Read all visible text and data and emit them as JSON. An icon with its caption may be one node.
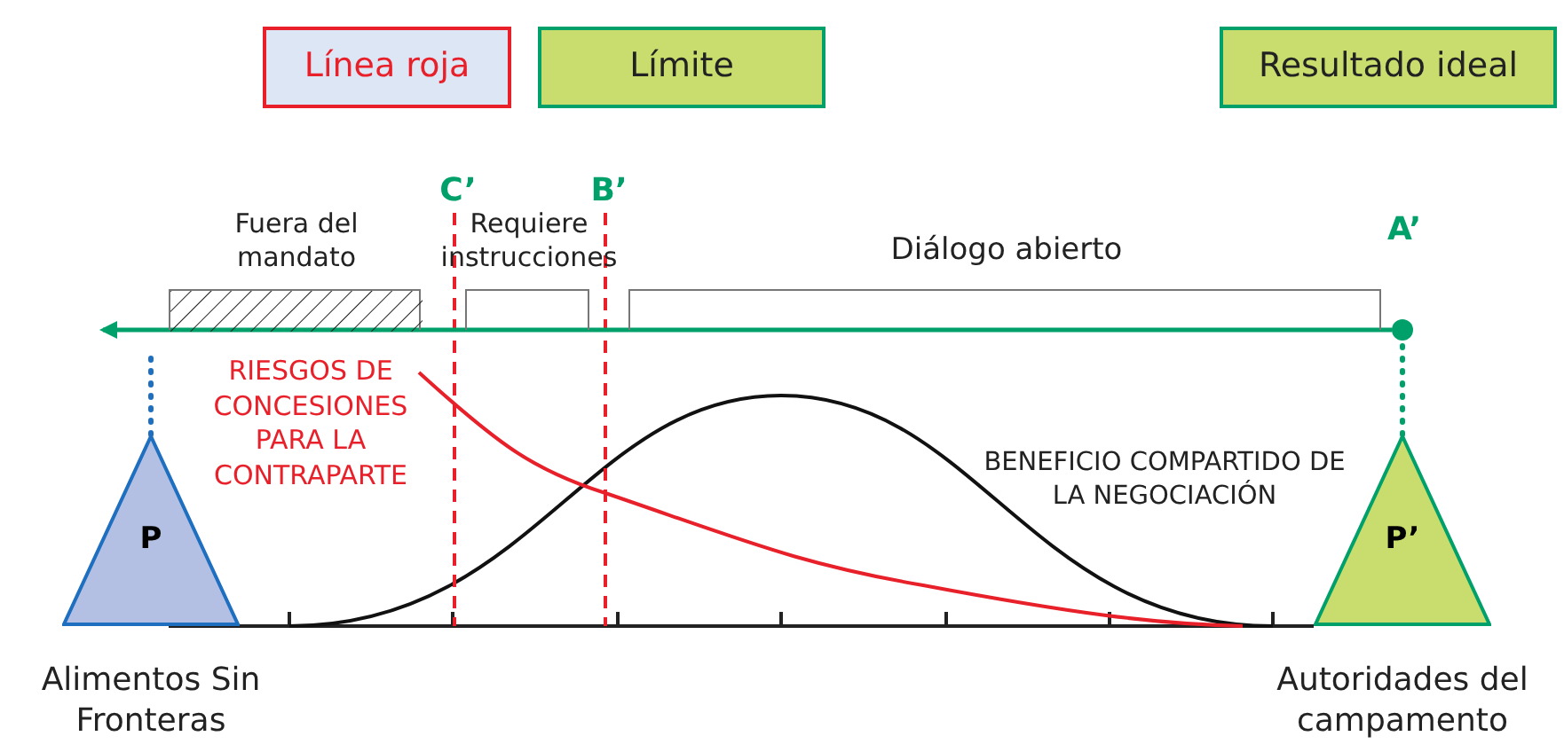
{
  "diagram": {
    "nodes": [
      {
        "text": [
          "P"
        ],
        "beside": [
          "Alimentos Sin Fronteras"
        ]
      },
      {
        "text": [
          "P’"
        ],
        "beside": [
          "Autoridades del campamento"
        ]
      },
      {
        "text": [],
        "shape": "circle",
        "beside": [
          "A’"
        ]
      },
      {
        "text": [
          "Fuera del mandato"
        ]
      },
      {
        "text": [
          "Requiere instrucciones"
        ]
      },
      {
        "text": [
          "Diálogo abierto"
        ]
      }
    ],
    "edges": [
      {
        "from": 2,
        "to": null,
        "arrow": "to",
        "color": "#00a06a"
      },
      {
        "from": 1,
        "to": 2,
        "arrow": "none",
        "style": "dashed",
        "color": "#00a06a"
      },
      {
        "from": 0,
        "to": null,
        "arrow": "none",
        "style": "dashed",
        "color": "#1e6fc0"
      }
    ],
    "labels": [
      "C’",
      "B’",
      "RIESGOS DE CONCESIONES PARA LA CONTRAPARTE",
      "BENEFICIO COMPARTIDO DE LA NEGOCIACIÓN"
    ],
    "legend": [
      {
        "text": "Línea roja",
        "color": "#dce6f4"
      },
      {
        "text": "Límite",
        "color": "#c9dc6e"
      },
      {
        "text": "Resultado ideal",
        "color": "#c9dc6e"
      }
    ]
  }
}
